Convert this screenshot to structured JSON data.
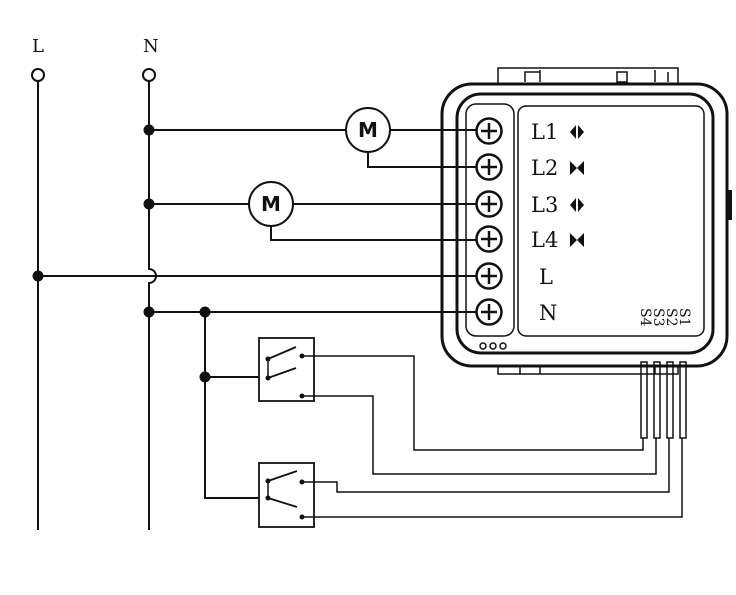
{
  "bus": {
    "line_label": "L",
    "neutral_label": "N"
  },
  "motors": {
    "motor1_label": "M",
    "motor2_label": "M"
  },
  "module": {
    "terminals": [
      {
        "label": "L1",
        "indicator": "up-down-arrow-icon"
      },
      {
        "label": "L2",
        "indicator": "bowtie-icon"
      },
      {
        "label": "L3",
        "indicator": "up-down-arrow-icon"
      },
      {
        "label": "L4",
        "indicator": "bowtie-icon"
      },
      {
        "label": "L",
        "indicator": ""
      },
      {
        "label": "N",
        "indicator": ""
      }
    ],
    "switch_inputs": [
      "S1",
      "S2",
      "S3",
      "S4"
    ]
  }
}
